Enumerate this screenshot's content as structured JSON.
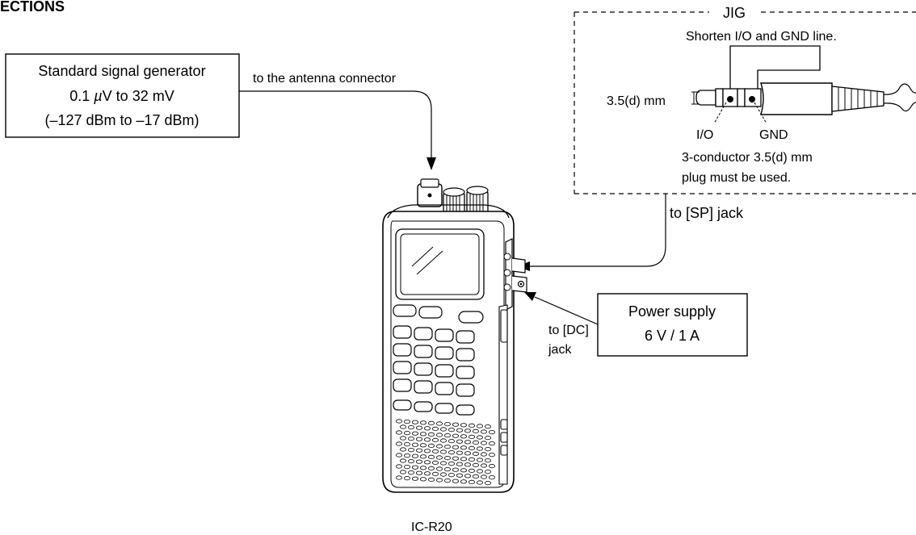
{
  "section_title": "ECTIONS",
  "generator": {
    "line1": "Standard signal generator",
    "line2_value": "0.1 ",
    "line2_unit": "µ",
    "line2_rest": "V to 32 mV",
    "line3": "(–127 dBm to –17 dBm)"
  },
  "antenna_label": "to the antenna connector",
  "jig": {
    "title": "JIG",
    "shorten_note": "Shorten I/O and GND line.",
    "plug_size": "3.5(d) mm",
    "io_label": "I/O",
    "gnd_label": "GND",
    "plug_note_line1": "3-conductor 3.5(d) mm",
    "plug_note_line2": "plug must be used."
  },
  "sp_jack_label": "to [SP] jack",
  "power_supply": {
    "line1": "Power supply",
    "line2": "6 V / 1 A"
  },
  "dc_jack_label": {
    "line1": "to [DC]",
    "line2": "jack"
  },
  "radio_model": "IC-R20"
}
